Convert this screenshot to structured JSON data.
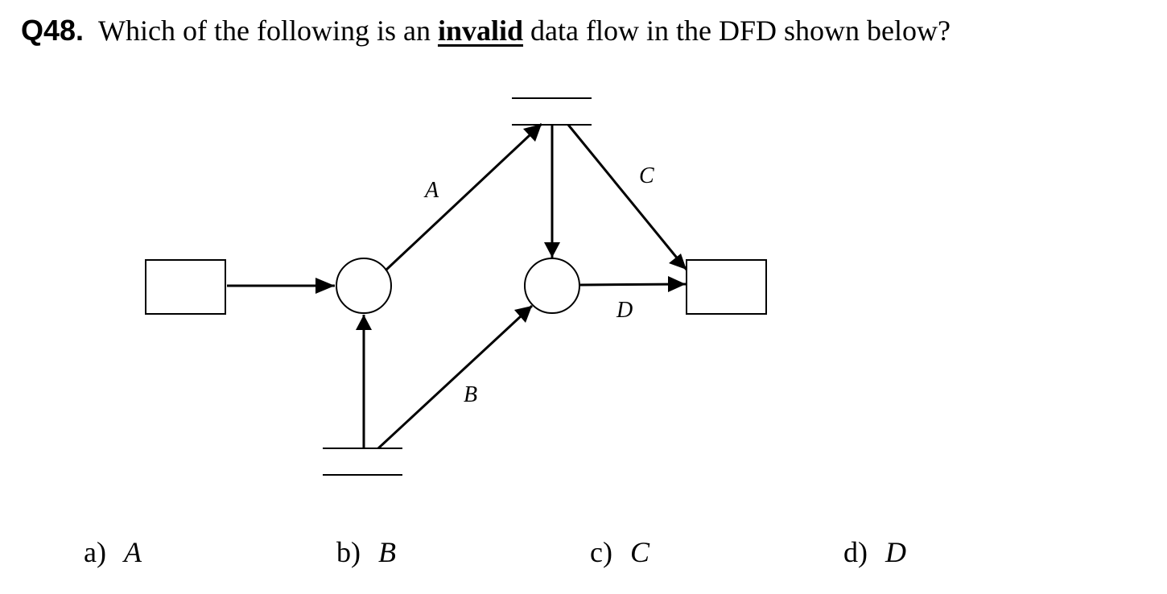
{
  "question": {
    "number": "Q48.",
    "text_before": "Which of the following is an ",
    "emphasis": "invalid",
    "text_after": " data flow in the DFD shown below?"
  },
  "diagram": {
    "flow_labels": {
      "a": "A",
      "b": "B",
      "c": "C",
      "d": "D"
    }
  },
  "options": [
    {
      "letter": "a)",
      "value": "A"
    },
    {
      "letter": "b)",
      "value": "B"
    },
    {
      "letter": "c)",
      "value": "C"
    },
    {
      "letter": "d)",
      "value": "D"
    }
  ]
}
